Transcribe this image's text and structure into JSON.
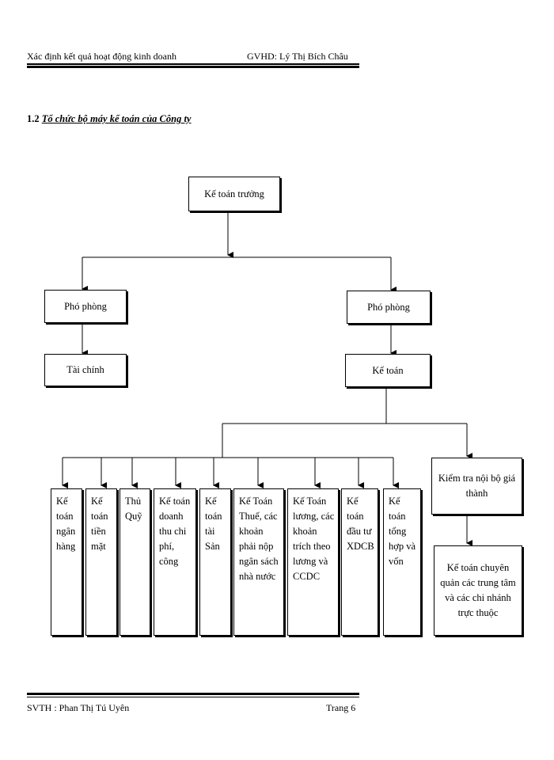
{
  "header": {
    "left": "Xác định kết quả hoạt động kinh doanh",
    "right": "GVHD: Lý Thị Bích Châu"
  },
  "section": {
    "number": "1.2",
    "title": "Tổ chức bộ máy kế toán của Công ty"
  },
  "chart": {
    "chief": "Kế toán trưởng",
    "deputy_left": "Phó phòng",
    "deputy_right": "Phó phòng",
    "finance": "Tài chính",
    "accounting": "Kế toán",
    "audit": "Kiểm tra nội bộ giá thành",
    "branch": "Kế toán chuyên quản các trung tâm và các chi nhánh trực thuộc",
    "staff": [
      "Kế toán ngân hàng",
      "Kế toán tiền mặt",
      "Thủ Quỹ",
      "Kế toán doanh thu chi phí, công",
      "Kế toán tài Sản",
      "Kế Toán Thuế, các khoản phải nộp ngân sách nhà nước",
      "Kế Toán lương, các khoản trích theo lương và CCDC",
      "Kế toán đầu tư XDCB",
      "Kế toán tổng hợp và vốn"
    ]
  },
  "footer": {
    "left": "SVTH : Phan Thị Tú Uyên",
    "right": "Trang 6"
  }
}
